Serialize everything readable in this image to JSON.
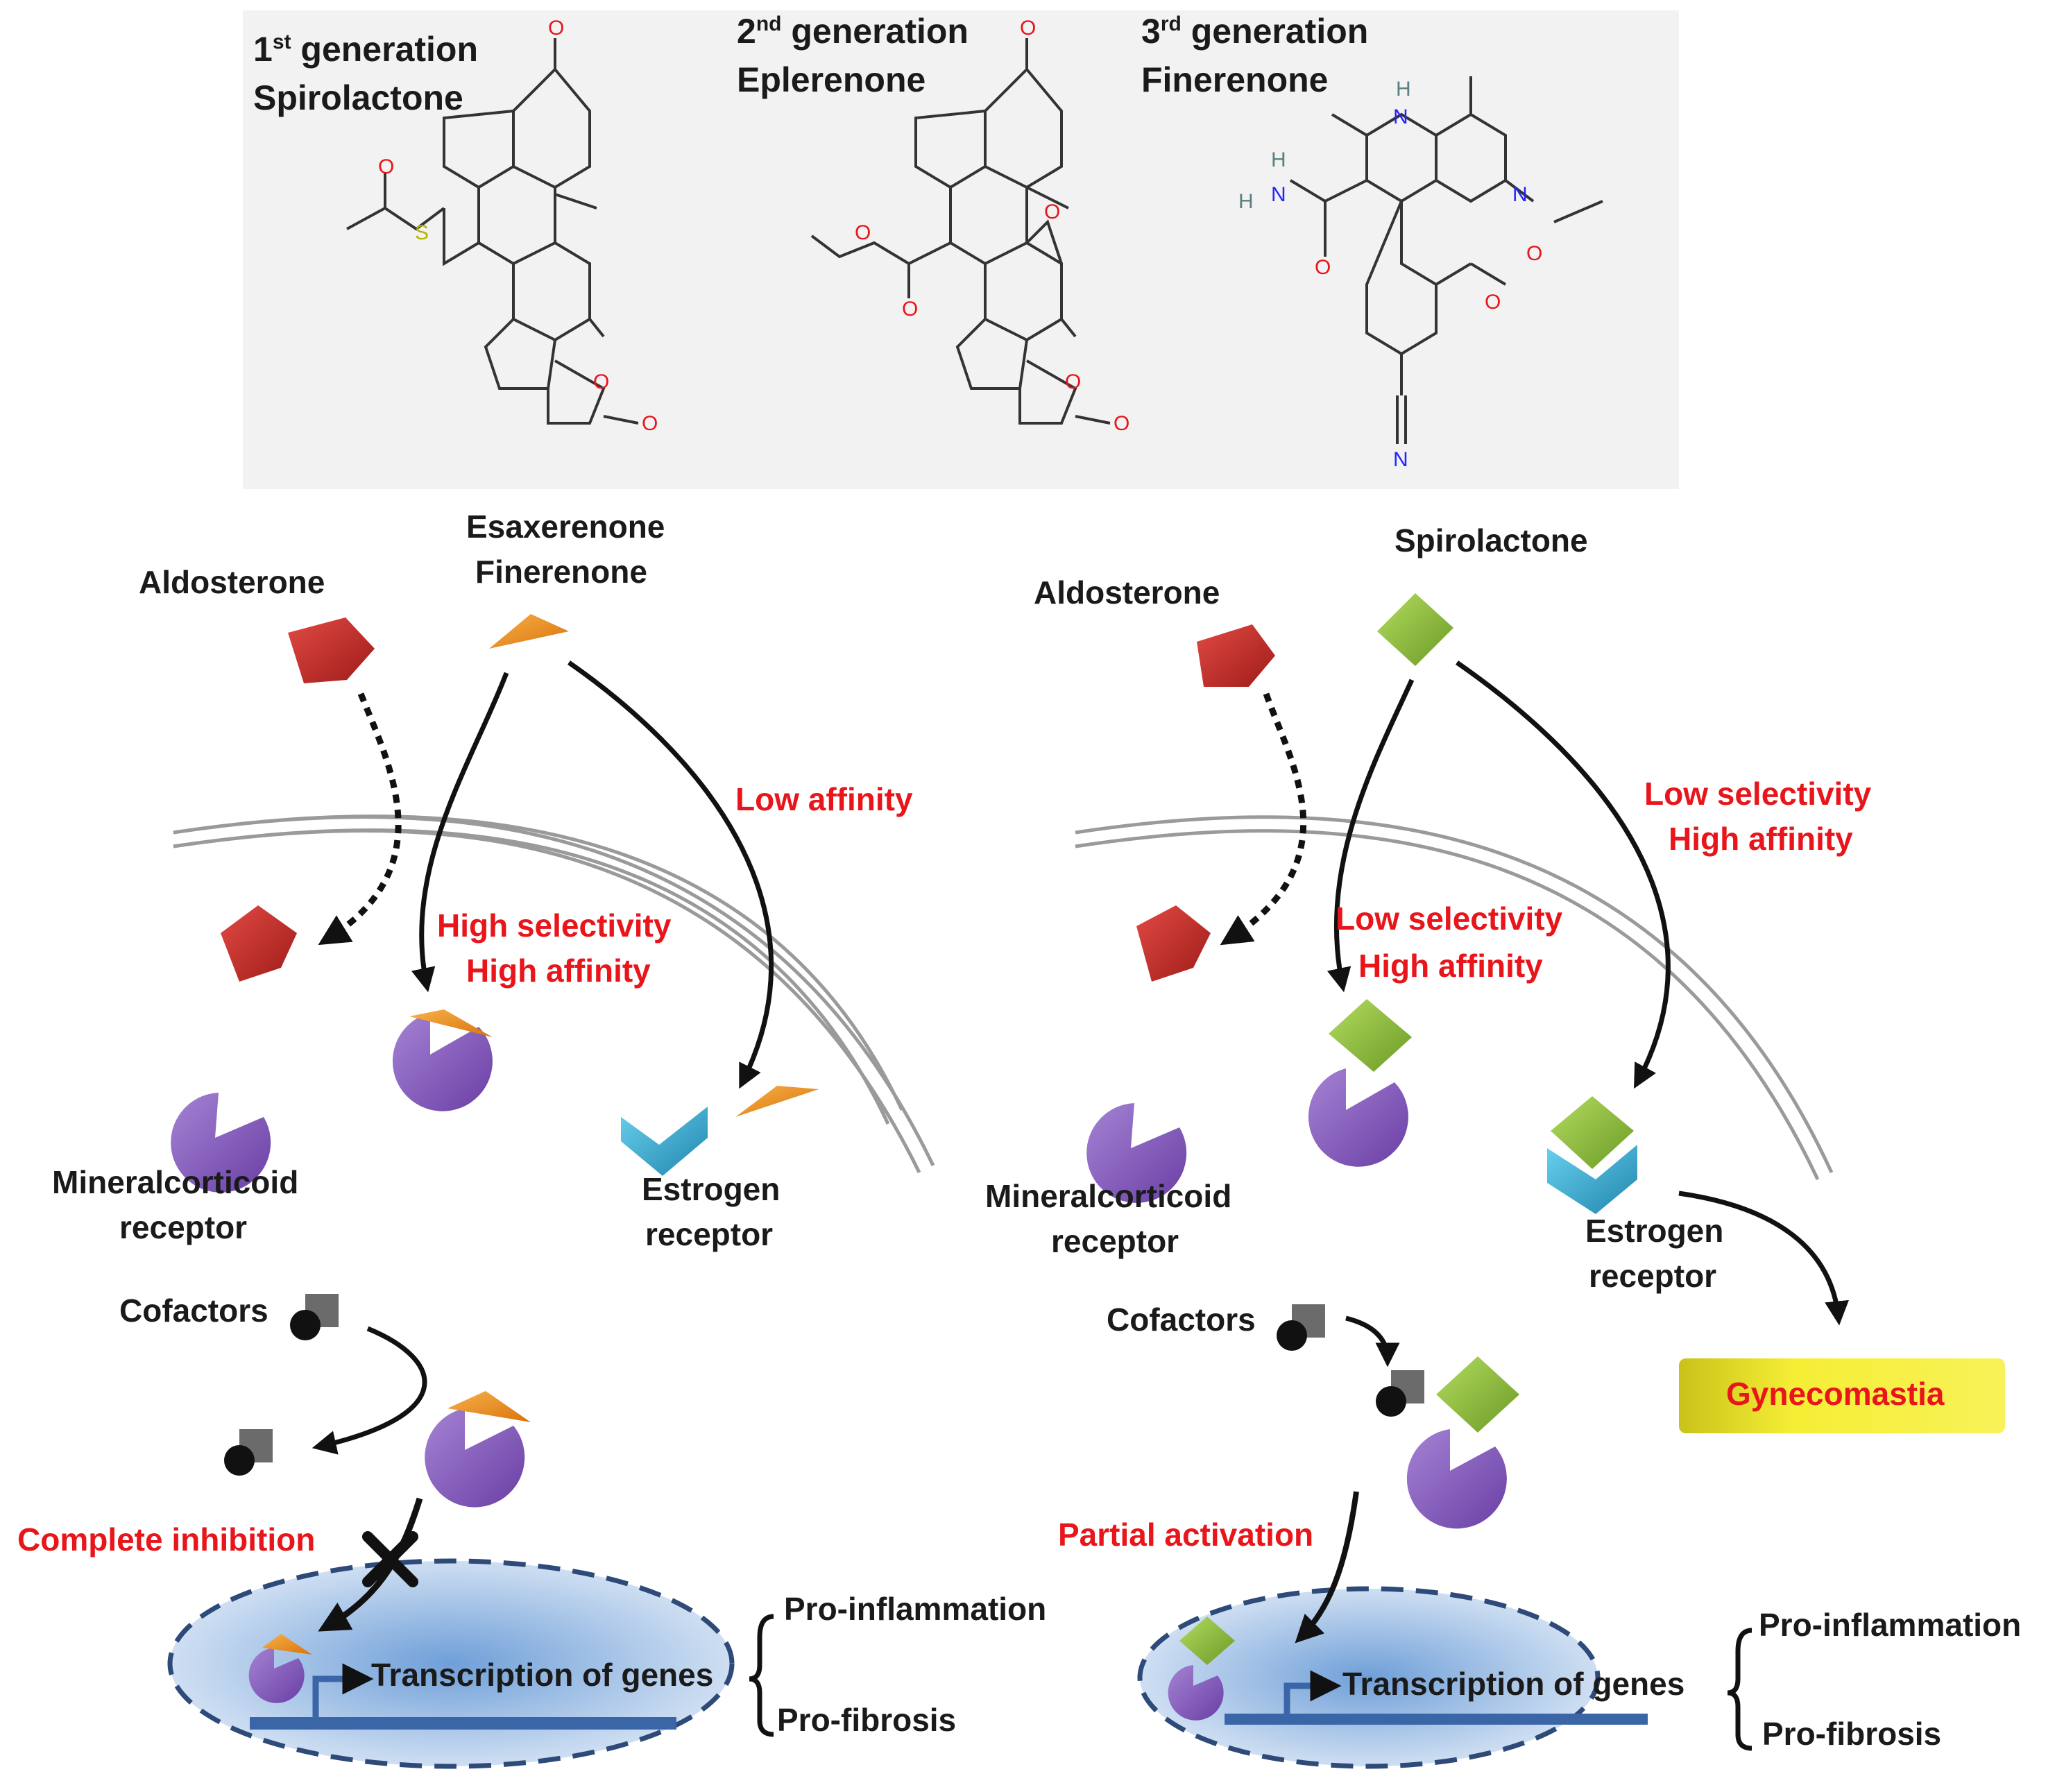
{
  "structures": {
    "gen1": {
      "ordinal": "1",
      "suffix": "st",
      "word": "generation",
      "drug": "Spirolactone"
    },
    "gen2": {
      "ordinal": "2",
      "suffix": "nd",
      "word": "generation",
      "drug": "Eplerenone"
    },
    "gen3": {
      "ordinal": "3",
      "suffix": "rd",
      "word": "generation",
      "drug": "Finerenone"
    },
    "atoms": {
      "O": "O",
      "S": "S",
      "N": "N",
      "H": "H"
    }
  },
  "left": {
    "aldosterone": "Aldosterone",
    "drug_line1": "Esaxerenone",
    "drug_line2": "Finerenone",
    "low_affinity": "Low affinity",
    "high_selectivity": "High selectivity",
    "high_affinity": "High affinity",
    "mr_line1": "Mineralcorticoid",
    "mr_line2": "receptor",
    "er_line1": "Estrogen",
    "er_line2": "receptor",
    "cofactors": "Cofactors",
    "effect": "Complete inhibition",
    "transcription": "Transcription of genes",
    "out1": "Pro-inflammation",
    "out2": "Pro-fibrosis"
  },
  "right": {
    "aldosterone": "Aldosterone",
    "drug": "Spirolactone",
    "low_selectivity_top": "Low selectivity",
    "high_affinity_top": "High affinity",
    "low_selectivity": "Low selectivity",
    "high_affinity": "High affinity",
    "mr_line1": "Mineralcorticoid",
    "mr_line2": "receptor",
    "er_line1": "Estrogen",
    "er_line2": "receptor",
    "cofactors": "Cofactors",
    "effect": "Partial activation",
    "gynecomastia": "Gynecomastia",
    "transcription": "Transcription of genes",
    "out1": "Pro-inflammation",
    "out2": "Pro-fibrosis"
  },
  "colors": {
    "label_red": "#e8151b",
    "aldosterone": "#c62828",
    "antagonist_orange": "#f0921e",
    "spirolactone_green": "#8bbb35",
    "receptor_purple": "#8457b8",
    "estrogen_blue": "#36aacd",
    "nucleus": "#a8c4e8",
    "gynecomastia_yellow": "#f3e81a"
  }
}
